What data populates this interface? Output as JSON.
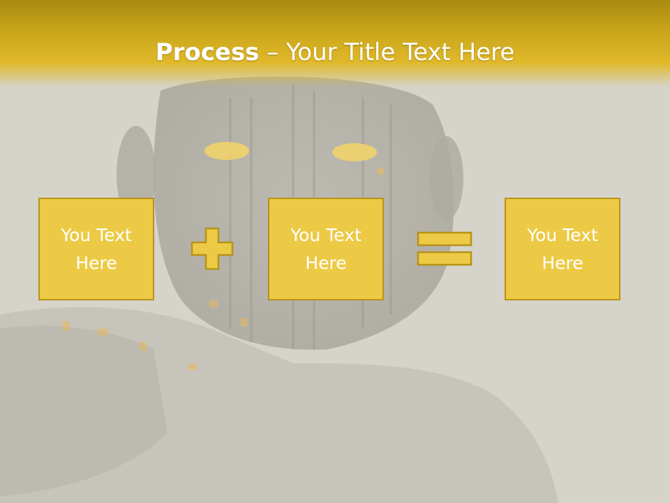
{
  "slide": {
    "title_bold": "Process",
    "title_rest": " – Your Title Text Here"
  },
  "process": {
    "boxes": [
      {
        "text": "You Text Here"
      },
      {
        "text": "You Text Here"
      },
      {
        "text": "You Text Here"
      }
    ],
    "operators": [
      "plus-icon",
      "equals-icon"
    ]
  },
  "colors": {
    "header_gold": "#e0b92a",
    "box_fill": "#ecca45",
    "box_border": "#b69317",
    "background": "#d6d3ca"
  }
}
